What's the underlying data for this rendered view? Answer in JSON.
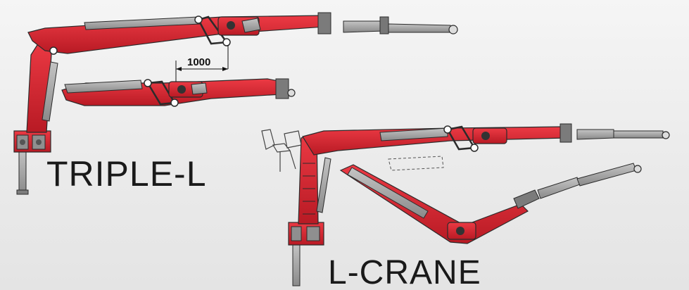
{
  "labels": {
    "triple_l": "TRIPLE-L",
    "l_crane": "L-CRANE"
  },
  "dimension": {
    "value": "1000"
  },
  "colors": {
    "boom_red": "#d9232e",
    "boom_dark": "#9e1620",
    "extension_gray": "#9a9a9a",
    "cylinder_gray": "#b3b3b3",
    "outline": "#2b2b2b",
    "background": "#ececec"
  }
}
